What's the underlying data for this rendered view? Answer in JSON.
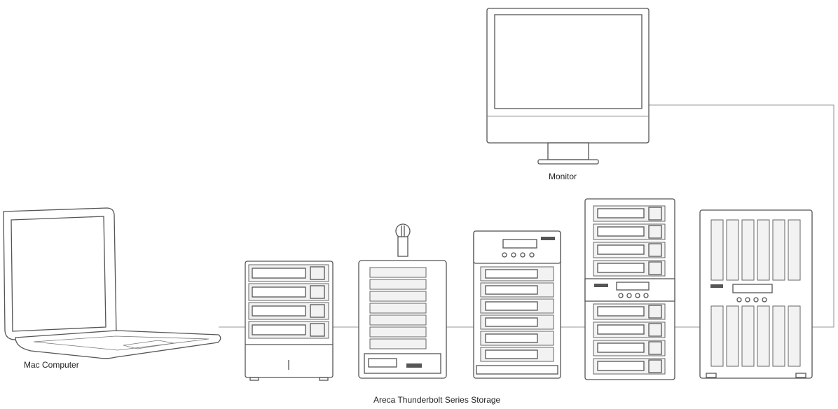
{
  "labels": {
    "monitor": "Monitor",
    "mac_computer": "Mac Computer",
    "storage": "Areca Thunderbolt Series Storage"
  },
  "nodes": [
    {
      "id": "mac-computer",
      "kind": "laptop",
      "label_key": "mac_computer"
    },
    {
      "id": "storage-4bay-a",
      "kind": "storage-4bay"
    },
    {
      "id": "storage-6bay-handle",
      "kind": "storage-6bay-handle"
    },
    {
      "id": "storage-6bay-lcd",
      "kind": "storage-6bay-lcd"
    },
    {
      "id": "storage-8bay-tower",
      "kind": "storage-8bay"
    },
    {
      "id": "storage-12bay",
      "kind": "storage-12bay"
    },
    {
      "id": "monitor",
      "kind": "monitor",
      "label_key": "monitor"
    }
  ],
  "links": [
    {
      "from": "mac-computer",
      "to": "storage-4bay-a"
    },
    {
      "from": "storage-4bay-a",
      "to": "storage-6bay-handle"
    },
    {
      "from": "storage-6bay-handle",
      "to": "storage-6bay-lcd"
    },
    {
      "from": "storage-6bay-lcd",
      "to": "storage-8bay-tower"
    },
    {
      "from": "storage-8bay-tower",
      "to": "storage-12bay"
    },
    {
      "from": "storage-12bay",
      "to": "monitor"
    }
  ],
  "colors": {
    "line": "#555555",
    "background": "#ffffff"
  }
}
